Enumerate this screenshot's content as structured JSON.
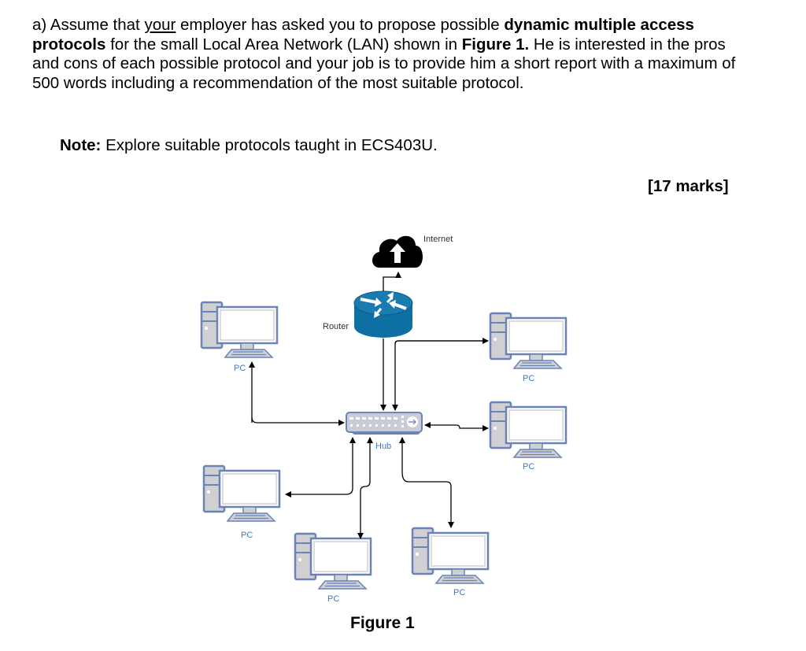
{
  "question": {
    "prefix": "a) Assume that ",
    "underlined": "your",
    "part1": " employer has asked you to propose possible ",
    "bold1": "dynamic multiple access protocols",
    "part2": " for the small Local Area Network (LAN) shown in ",
    "bold2": "Figure 1.",
    "part3": "  He is interested in the pros and cons of each possible protocol and your job is to provide him a short report with a maximum of 500 words including a recommendation of the most suitable protocol."
  },
  "note": {
    "label": "Note:",
    "text": " Explore suitable protocols taught in ECS403U."
  },
  "marks": "[17 marks]",
  "figure": {
    "caption": "Figure 1",
    "labels": {
      "internet": "Internet",
      "router": "Router",
      "hub": "Hub",
      "pc": "PC"
    },
    "colors": {
      "router": "#0e6fa3",
      "pc_outline": "#6b84b7",
      "pc_fill": "#d0d0d2",
      "hub_label": "#3a7cc1"
    }
  }
}
